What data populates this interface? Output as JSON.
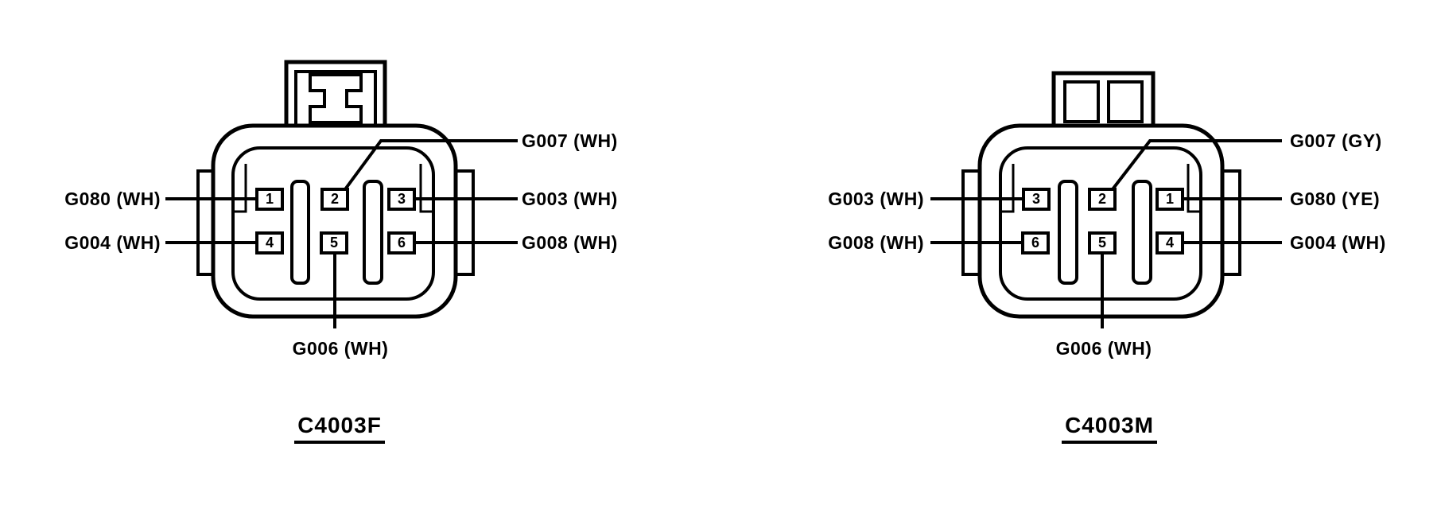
{
  "palette": {
    "background": "#ffffff",
    "ink": "#000000"
  },
  "connectors": [
    {
      "caption": "C4003F",
      "pin_grid": [
        [
          "1",
          "2",
          "3"
        ],
        [
          "4",
          "5",
          "6"
        ]
      ],
      "callouts": {
        "left_row1": "G080 (WH)",
        "left_row2": "G004 (WH)",
        "top_right": "G007 (WH)",
        "right_row1": "G003 (WH)",
        "right_row2": "G008 (WH)",
        "bottom": "G006 (WH)"
      }
    },
    {
      "caption": "C4003M",
      "pin_grid": [
        [
          "3",
          "2",
          "1"
        ],
        [
          "6",
          "5",
          "4"
        ]
      ],
      "callouts": {
        "left_row1": "G003 (WH)",
        "left_row2": "G008 (WH)",
        "top_right": "G007 (GY)",
        "right_row1": "G080 (YE)",
        "right_row2": "G004 (WH)",
        "bottom": "G006 (WH)"
      }
    }
  ]
}
